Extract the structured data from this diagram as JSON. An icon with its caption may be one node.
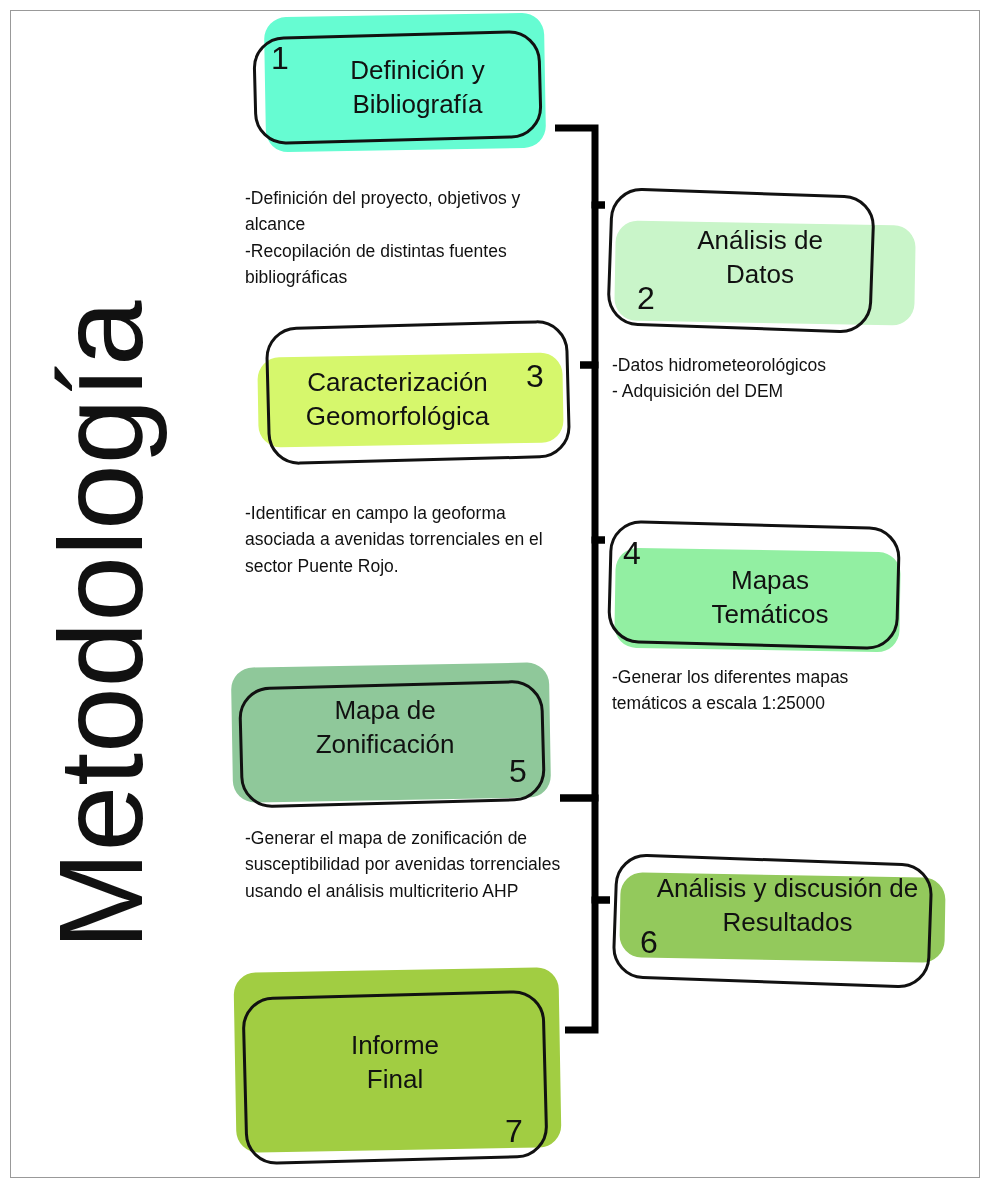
{
  "diagram": {
    "title": "Metodología",
    "nodes": [
      {
        "text": [
          "1",
          "Definición y Bibliografía"
        ],
        "beside": [
          "-Definición del proyecto, objetivos y alcance",
          "-Recopilación de distintas fuentes bibliográficas"
        ]
      },
      {
        "text": [
          "Análisis de Datos",
          "2"
        ],
        "beside": [
          "-Datos hidrometeorológicos",
          "- Adquisición del DEM"
        ]
      },
      {
        "text": [
          "Caracterización Geomorfológica",
          "3"
        ],
        "beside": [
          "-Identificar en campo la geoforma asociada a avenidas torrenciales en el sector Puente Rojo."
        ]
      },
      {
        "text": [
          "4",
          "Mapas Temáticos"
        ],
        "beside": [
          "-Generar los diferentes mapas temáticos  a escala 1:25000"
        ]
      },
      {
        "text": [
          "Mapa de Zonificación",
          "5"
        ],
        "beside": [
          "-Generar el mapa de zonificación de susceptibilidad por avenidas torrenciales usando el análisis multicriterio AHP"
        ]
      },
      {
        "text": [
          "Análisis y discusión de Resultados",
          "6"
        ]
      },
      {
        "text": [
          "Informe Final",
          "7"
        ]
      }
    ],
    "edges": [
      {
        "from": 0,
        "to": 1,
        "arrow": "none"
      },
      {
        "from": 1,
        "to": 2,
        "arrow": "none"
      },
      {
        "from": 2,
        "to": 3,
        "arrow": "none"
      },
      {
        "from": 3,
        "to": 4,
        "arrow": "none"
      },
      {
        "from": 4,
        "to": 5,
        "arrow": "none"
      },
      {
        "from": 5,
        "to": 6,
        "arrow": "none"
      }
    ]
  }
}
